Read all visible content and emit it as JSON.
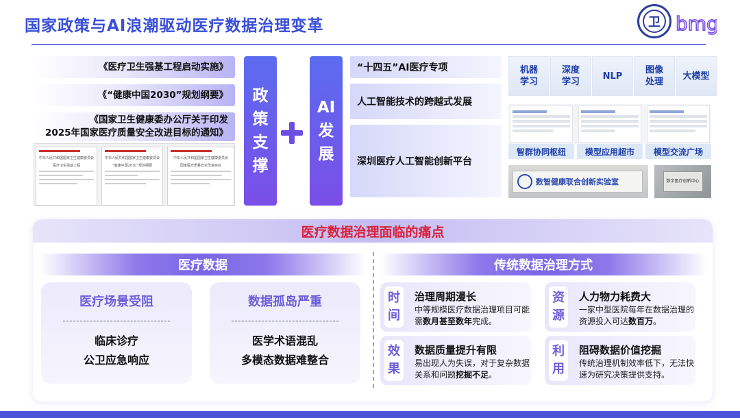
{
  "header": {
    "title": "国家政策与AI浪潮驱动医疗数据治理变革",
    "logo_seal_text": "卫",
    "logo_bmg_text": "bmg"
  },
  "policy": {
    "items": [
      {
        "lines": [
          "《医疗卫生强基工程启动实施》"
        ]
      },
      {
        "lines": [
          "《“健康中国2030”规划纲要》"
        ]
      },
      {
        "lines": [
          "《国家卫生健康委办公厅关于印发",
          "2025年国家医疗质量安全改进目标的通知》"
        ]
      }
    ],
    "documents": [
      {
        "header": "中华人民共和国国家卫生健康委员会",
        "title": "医疗卫生强基工程"
      },
      {
        "header": "中华人民共和国国家卫生健康委员会",
        "title": "“健康中国2030”规划纲要"
      },
      {
        "header": "中华人民共和国国家卫生健康委员会",
        "title": "国家医疗质量安全改进目标"
      }
    ],
    "bar_label": [
      "政",
      "策",
      "支",
      "撑"
    ]
  },
  "ai": {
    "bar_label": [
      "AI",
      "发",
      "展"
    ],
    "items": [
      {
        "label": "“十四五”AI医疗专项"
      },
      {
        "label": "人工智能技术的跨越式发展"
      },
      {
        "label": "深圳医疗人工智能创新平台"
      }
    ],
    "tech": [
      {
        "lines": [
          "机器",
          "学习"
        ]
      },
      {
        "lines": [
          "深度",
          "学习"
        ]
      },
      {
        "lines": [
          "NLP"
        ]
      },
      {
        "lines": [
          "图像",
          "处理"
        ]
      },
      {
        "lines": [
          "大模型"
        ]
      }
    ],
    "platforms": [
      "智群协同枢纽",
      "模型应用超市",
      "模型交流广场"
    ],
    "lab_sign": "数智健康联合创新实验室",
    "plate_text": "数字医疗创新中心"
  },
  "pain": {
    "title": "医疗数据治理面临的痛点",
    "left_heading": "医疗数据",
    "right_heading": "传统数据治理方式",
    "cards": [
      {
        "title": "医疗场景受阻",
        "lines": [
          "临床诊疗",
          "公卫应急响应"
        ]
      },
      {
        "title": "数据孤岛严重",
        "lines": [
          "医学术语混乱",
          "多模态数据难整合"
        ]
      }
    ],
    "traditional": [
      {
        "label": [
          "时",
          "间"
        ],
        "title": "治理周期漫长",
        "desc_plain": "中等规模医疗数据治理项目可能需",
        "desc_bold": "数月甚至数年",
        "desc_tail": "完成。"
      },
      {
        "label": [
          "资",
          "源"
        ],
        "title": "人力物力耗费大",
        "desc_plain": "一家中型医院每年在数据治理的资源投入可达",
        "desc_bold": "数百万",
        "desc_tail": "。"
      },
      {
        "label": [
          "效",
          "果"
        ],
        "title": "数据质量提升有限",
        "desc_plain": "易出现人为失误，对于复杂数据关系和问题",
        "desc_bold": "挖掘不足",
        "desc_tail": "。"
      },
      {
        "label": [
          "利",
          "用"
        ],
        "title": "阻碍数据价值挖掘",
        "desc_plain": "传统治理机制效率低下，无法快速为研究决策提供支持。",
        "desc_bold": "",
        "desc_tail": ""
      }
    ]
  },
  "colors": {
    "title_blue": "#3a4fd9",
    "accent_purple": "#6c5ed8",
    "alert_red": "#d9223a",
    "bottom_bar": "#4b55d8"
  }
}
